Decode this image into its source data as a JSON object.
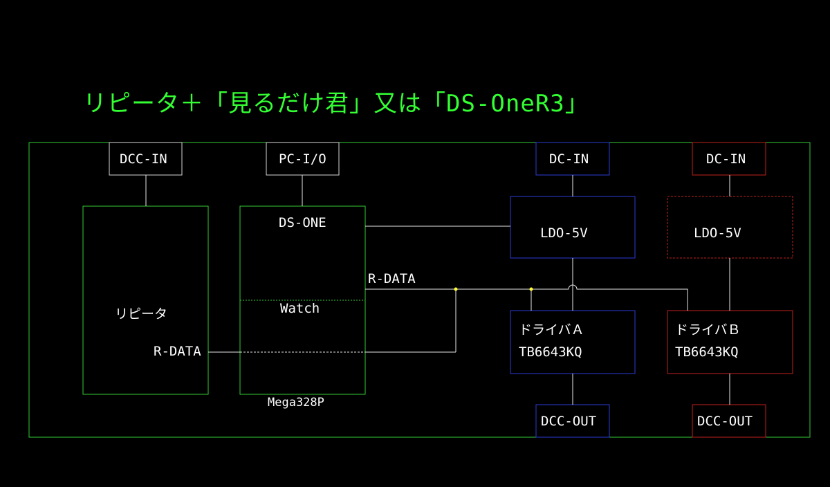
{
  "title": "リピータ＋「見るだけ君」又は「DS-OneR3」",
  "colors": {
    "background": "#000000",
    "frame": "#33cc33",
    "title": "#33ff33",
    "blue": "#2b3bd6",
    "red": "#c0201c",
    "neutral": "#d8d8d8",
    "wire": "#e8e8e8",
    "junction": "#ffff33"
  },
  "connectors": {
    "dcc_in": "DCC-IN",
    "pc_io": "PC-I/O",
    "dc_in_a": "DC-IN",
    "dc_in_b": "DC-IN",
    "dcc_out_a": "DCC-OUT",
    "dcc_out_b": "DCC-OUT"
  },
  "blocks": {
    "repeater": "リピータ",
    "repeater_rdata": "R-DATA",
    "ds_one": "DS-ONE",
    "watch": "Watch",
    "mega": "Mega328P",
    "rdata_wire": "R-DATA",
    "ldo_a": "LDO-5V",
    "ldo_b": "LDO-5V",
    "driver_a": "ドライバＡ",
    "driver_a_part": "TB6643KQ",
    "driver_b": "ドライバＢ",
    "driver_b_part": "TB6643KQ"
  }
}
